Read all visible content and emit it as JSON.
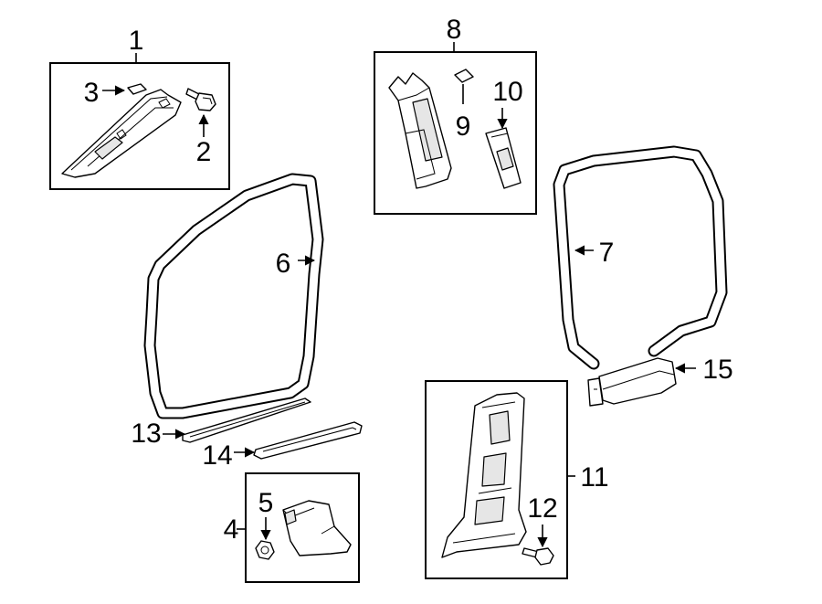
{
  "labels": {
    "c1": "1",
    "c2": "2",
    "c3": "3",
    "c4": "4",
    "c5": "5",
    "c6": "6",
    "c7": "7",
    "c8": "8",
    "c9": "9",
    "c10": "10",
    "c11": "11",
    "c12": "12",
    "c13": "13",
    "c14": "14",
    "c15": "15"
  }
}
